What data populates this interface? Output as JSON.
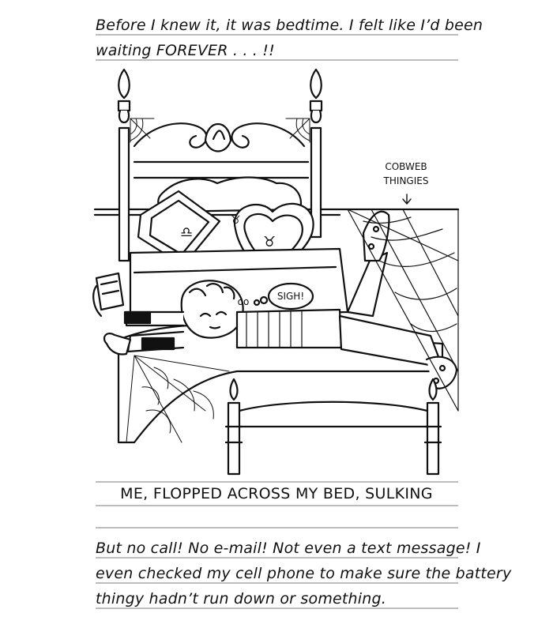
{
  "intro": {
    "line1": "Before I knew it, it was bedtime. I felt like I’d been",
    "line2": "waiting FOREVER . . . !!"
  },
  "illustration": {
    "label_line1": "COBWEB",
    "label_line2": "THINGIES",
    "label_arrow": "↓",
    "speech": "SIGH!",
    "breath": "oo"
  },
  "caption": "ME, FLOPPED ACROSS MY BED, SULKING",
  "outro": {
    "line1": "But no call! No e-mail! Not even a text message! I",
    "line2": "even checked my cell phone to make sure the battery",
    "line3": "thingy hadn’t run down or something."
  },
  "colors": {
    "ink": "#111111",
    "rule": "#7a7a7a",
    "paper": "#ffffff"
  }
}
